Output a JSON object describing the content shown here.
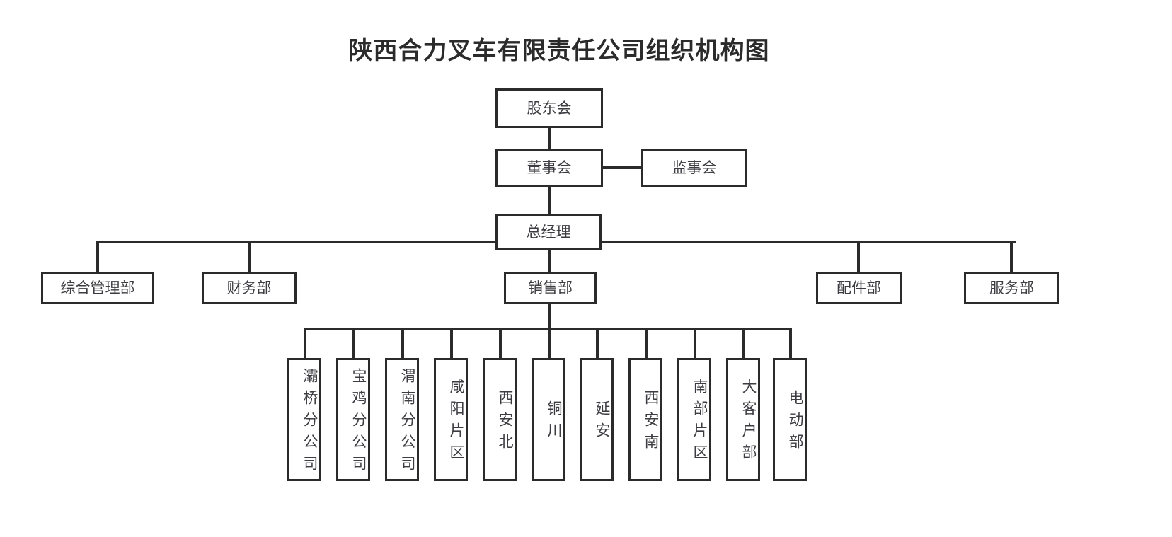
{
  "title": "陕西合力叉车有限责任公司组织机构图",
  "nodes": {
    "shareholders": "股东会",
    "board": "董事会",
    "supervisors": "监事会",
    "general_manager": "总经理"
  },
  "departments": [
    {
      "id": "general-admin",
      "label": "综合管理部"
    },
    {
      "id": "finance",
      "label": "财务部"
    },
    {
      "id": "sales",
      "label": "销售部"
    },
    {
      "id": "parts",
      "label": "配件部"
    },
    {
      "id": "service",
      "label": "服务部"
    }
  ],
  "sales_units": [
    {
      "id": "baqiao-branch",
      "label": "灞桥分公司"
    },
    {
      "id": "baoji-branch",
      "label": "宝鸡分公司"
    },
    {
      "id": "weinan-branch",
      "label": "渭南分公司"
    },
    {
      "id": "xianyang-area",
      "label": "咸阳片区"
    },
    {
      "id": "xian-north",
      "label": "西安北"
    },
    {
      "id": "tongchuan",
      "label": "铜川"
    },
    {
      "id": "yanan",
      "label": "延安"
    },
    {
      "id": "xian-south",
      "label": "西安南"
    },
    {
      "id": "south-area",
      "label": "南部片区"
    },
    {
      "id": "key-accounts",
      "label": "大客户部"
    },
    {
      "id": "electric-dept",
      "label": "电动部"
    }
  ],
  "colors": {
    "stroke": "#2b2b2b",
    "text": "#3c3c42",
    "background": "#ffffff"
  },
  "chart_data": {
    "type": "diagram",
    "diagram_type": "organizational-chart",
    "title": "陕西合力叉车有限责任公司组织机构图",
    "levels": [
      {
        "level": 1,
        "nodes": [
          "股东会"
        ]
      },
      {
        "level": 2,
        "nodes": [
          "董事会",
          "监事会"
        ]
      },
      {
        "level": 3,
        "nodes": [
          "总经理"
        ]
      },
      {
        "level": 4,
        "nodes": [
          "综合管理部",
          "财务部",
          "销售部",
          "配件部",
          "服务部"
        ]
      },
      {
        "level": 5,
        "nodes": [
          "灞桥分公司",
          "宝鸡分公司",
          "渭南分公司",
          "咸阳片区",
          "西安北",
          "铜川",
          "延安",
          "西安南",
          "南部片区",
          "大客户部",
          "电动部"
        ]
      }
    ],
    "edges": [
      {
        "from": "股东会",
        "to": "董事会"
      },
      {
        "from": "董事会",
        "to": "监事会"
      },
      {
        "from": "董事会",
        "to": "总经理"
      },
      {
        "from": "总经理",
        "to": "综合管理部"
      },
      {
        "from": "总经理",
        "to": "财务部"
      },
      {
        "from": "总经理",
        "to": "销售部"
      },
      {
        "from": "总经理",
        "to": "配件部"
      },
      {
        "from": "总经理",
        "to": "服务部"
      },
      {
        "from": "销售部",
        "to": "灞桥分公司"
      },
      {
        "from": "销售部",
        "to": "宝鸡分公司"
      },
      {
        "from": "销售部",
        "to": "渭南分公司"
      },
      {
        "from": "销售部",
        "to": "咸阳片区"
      },
      {
        "from": "销售部",
        "to": "西安北"
      },
      {
        "from": "销售部",
        "to": "铜川"
      },
      {
        "from": "销售部",
        "to": "延安"
      },
      {
        "from": "销售部",
        "to": "西安南"
      },
      {
        "from": "销售部",
        "to": "南部片区"
      },
      {
        "from": "销售部",
        "to": "大客户部"
      },
      {
        "from": "销售部",
        "to": "电动部"
      }
    ]
  }
}
